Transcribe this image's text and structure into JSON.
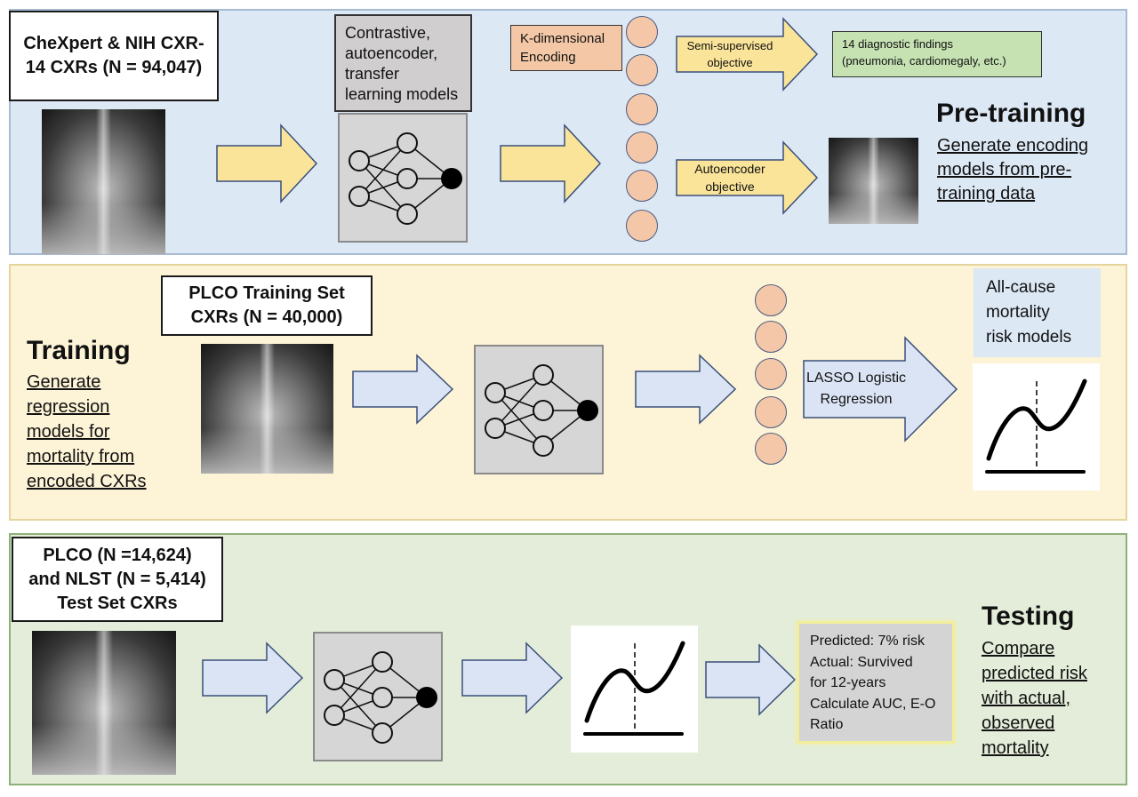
{
  "pretraining": {
    "dataset_label": "CheXpert & NIH CXR-\n14 CXRs (N = 94,047)",
    "models_label": "Contrastive,\nautoencoder,\ntransfer\nlearning models",
    "encoding_label": "K-dimensional\nEncoding",
    "semi_supervised_label": "Semi-supervised\nobjective",
    "findings_label": "14 diagnostic findings\n(pneumonia, cardiomegaly, etc.)",
    "autoencoder_label": "Autoencoder\nobjective",
    "heading": "Pre-training",
    "description": "Generate encoding\nmodels from pre-\ntraining data"
  },
  "training": {
    "heading": "Training",
    "description": "Generate\nregression\nmodels for\nmortality from\nencoded CXRs",
    "dataset_label": "PLCO Training Set\nCXRs (N = 40,000)",
    "lasso_label": "LASSO Logistic\nRegression",
    "risk_models_label": "All-cause\nmortality\nrisk models"
  },
  "testing": {
    "dataset_label": "PLCO (N =14,624)\nand NLST (N = 5,414)\nTest Set CXRs",
    "result_text": "Predicted: 7% risk\nActual: Survived\nfor 12-years\nCalculate AUC, E-O\nRatio",
    "heading": "Testing",
    "description": "Compare\npredicted risk\nwith actual,\nobserved\nmortality"
  },
  "colors": {
    "pretraining_panel": "#dde8f5",
    "training_panel": "#fdf3d6",
    "testing_panel": "#e3edd9",
    "yellow_arrow": "#fae49a",
    "blue_arrow": "#dbe4f4",
    "encoding_circle": "#f4c7a8"
  },
  "icons": [
    "chest-xray-image",
    "neural-network-icon",
    "encoding-vector",
    "risk-curve-chart"
  ]
}
